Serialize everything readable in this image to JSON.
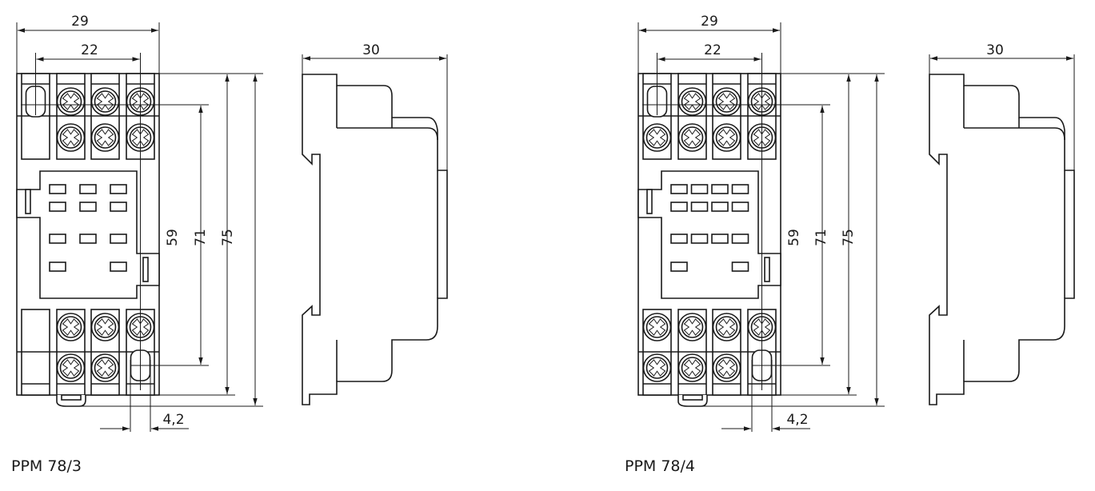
{
  "drawings": [
    {
      "caption": "PPM 78/3",
      "front_view": {
        "terminal_columns": 3,
        "dims": {
          "width_outer": "29",
          "width_inner": "22",
          "height_inner": "59",
          "height_body": "71",
          "height_total": "75",
          "screw_offset": "4,2"
        },
        "pin_rows": [
          [
            1,
            1,
            1
          ],
          [
            1,
            1,
            1
          ],
          [
            1,
            1,
            1
          ],
          [
            1,
            0,
            1
          ]
        ]
      },
      "side_view": {
        "dims": {
          "depth": "30"
        }
      }
    },
    {
      "caption": "PPM 78/4",
      "front_view": {
        "terminal_columns": 4,
        "dims": {
          "width_outer": "29",
          "width_inner": "22",
          "height_inner": "59",
          "height_body": "71",
          "height_total": "75",
          "screw_offset": "4,2"
        },
        "pin_rows": [
          [
            1,
            1,
            1,
            1
          ],
          [
            1,
            1,
            1,
            1
          ],
          [
            1,
            1,
            1,
            1
          ],
          [
            1,
            0,
            0,
            1
          ]
        ]
      },
      "side_view": {
        "dims": {
          "depth": "30"
        }
      }
    }
  ]
}
